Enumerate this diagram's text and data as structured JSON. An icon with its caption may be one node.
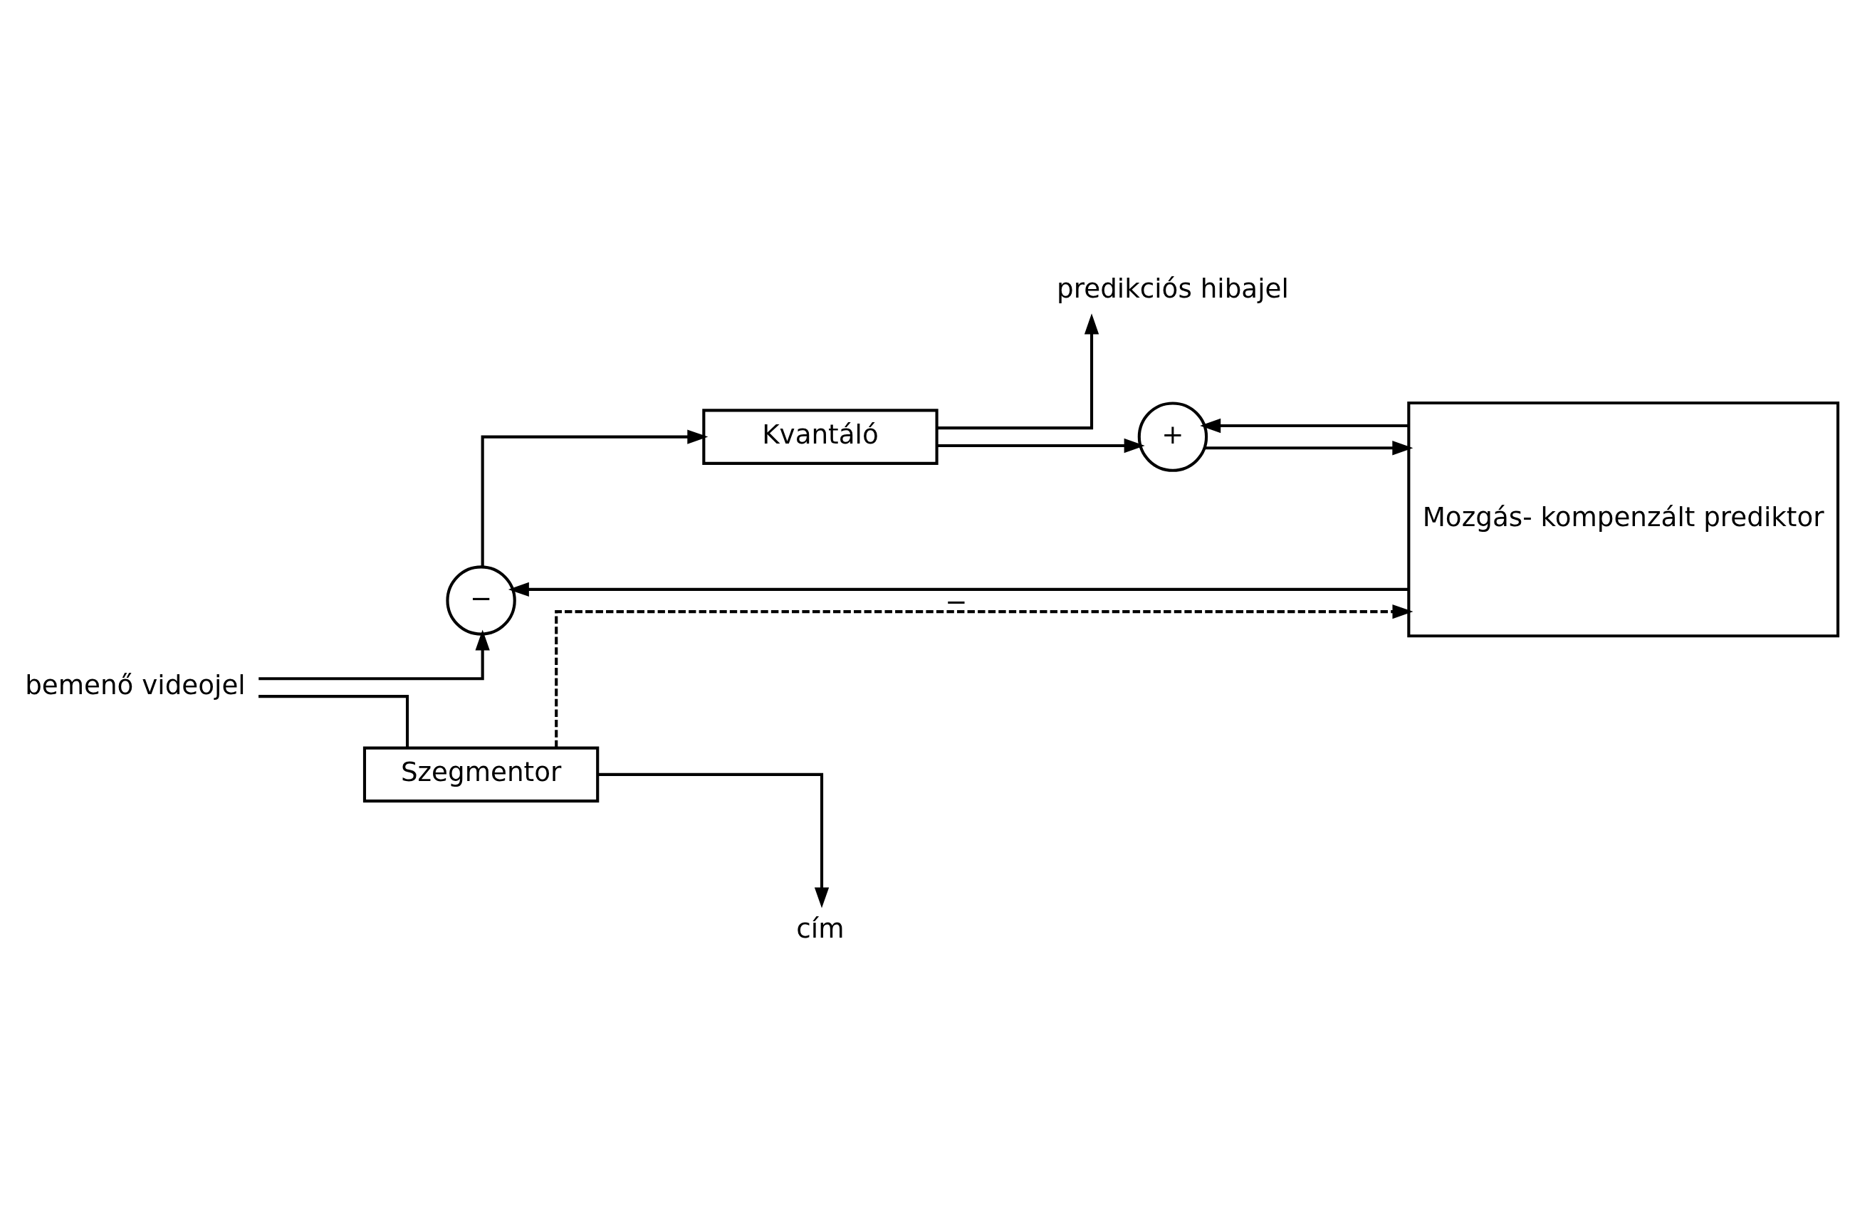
{
  "diagram": {
    "nodes": [
      {
        "text": [
          "bemenő videojel"
        ]
      },
      {
        "text": [
          "−"
        ]
      },
      {
        "text": [
          "Kvantáló"
        ]
      },
      {
        "text": [
          "predikciós hibajel"
        ]
      },
      {
        "text": [
          "+"
        ]
      },
      {
        "text": [
          "Mozgás- kompenzált prediktor"
        ]
      },
      {
        "text": [
          "Szegmentor"
        ]
      },
      {
        "text": [
          "cím"
        ]
      }
    ],
    "edges": [
      {
        "from": 0,
        "to": 1,
        "arrow": "to"
      },
      {
        "from": 0,
        "to": 6,
        "arrow": "none"
      },
      {
        "from": 1,
        "to": 2,
        "arrow": "to"
      },
      {
        "from": 2,
        "to": 3,
        "arrow": "to"
      },
      {
        "from": 2,
        "to": 4,
        "arrow": "to"
      },
      {
        "from": 5,
        "to": 1,
        "arrow": "to",
        "label": "−"
      },
      {
        "from": 5,
        "to": 4,
        "arrow": "to"
      },
      {
        "from": 4,
        "to": 5,
        "arrow": "to"
      },
      {
        "from": 6,
        "to": 7,
        "arrow": "to"
      },
      {
        "from": 6,
        "to": 5,
        "arrow": "to",
        "style": "dashed"
      }
    ]
  }
}
